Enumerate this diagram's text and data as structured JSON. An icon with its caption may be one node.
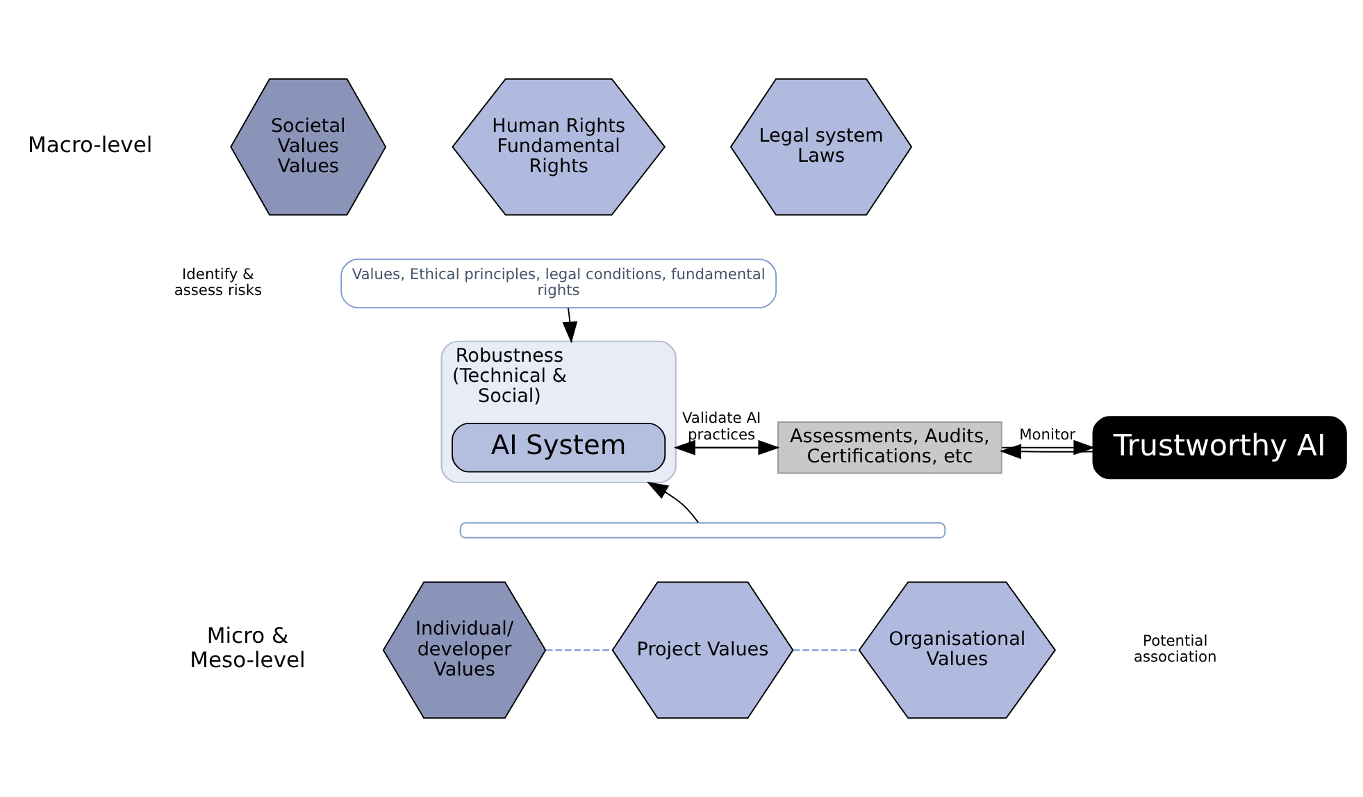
{
  "diagram": {
    "nodes": [
      {
        "text": [
          "Societal Values",
          "Values"
        ]
      },
      {
        "text": [
          "Human Rights",
          "Fundamental Rights"
        ]
      },
      {
        "text": [
          "Legal system",
          "Laws"
        ]
      },
      {
        "text": [
          "Robustness (Technical & Social)"
        ]
      },
      {
        "text": [
          "AI System"
        ],
        "in": 3
      },
      {
        "text": [
          "Assessments, Audits, Certifications, etc"
        ]
      },
      {
        "text": [
          "Trustworthy AI"
        ]
      },
      {
        "text": [
          "Individual/ developer Values"
        ]
      },
      {
        "text": [
          "Project Values"
        ]
      },
      {
        "text": [
          "Organisational Values"
        ]
      },
      {
        "text": [
          "Values, Ethical principles, legal conditions, fundamental rights"
        ]
      },
      {
        "text": [],
        "shape": "bracket"
      }
    ],
    "edges": [
      {
        "from": 10,
        "to": 3,
        "arrow": "to"
      },
      {
        "from": 11,
        "to": 3,
        "arrow": "to"
      },
      {
        "from": 3,
        "to": 5,
        "arrow": "to",
        "label": "Validate AI practices"
      },
      {
        "from": 5,
        "to": 3,
        "arrow": "to"
      },
      {
        "from": 5,
        "to": 6,
        "arrow": "to",
        "label": "Monitor"
      },
      {
        "from": 6,
        "to": 5,
        "arrow": "to"
      },
      {
        "from": 7,
        "to": 8,
        "arrow": "none",
        "style": "dashed",
        "color": "#4a7bc8"
      },
      {
        "from": 8,
        "to": 9,
        "arrow": "none",
        "style": "dashed",
        "color": "#4a7bc8"
      }
    ],
    "labels": [
      "Macro-level",
      "Identify & assess risks",
      "Micro & Meso-level",
      "Potential association"
    ]
  }
}
